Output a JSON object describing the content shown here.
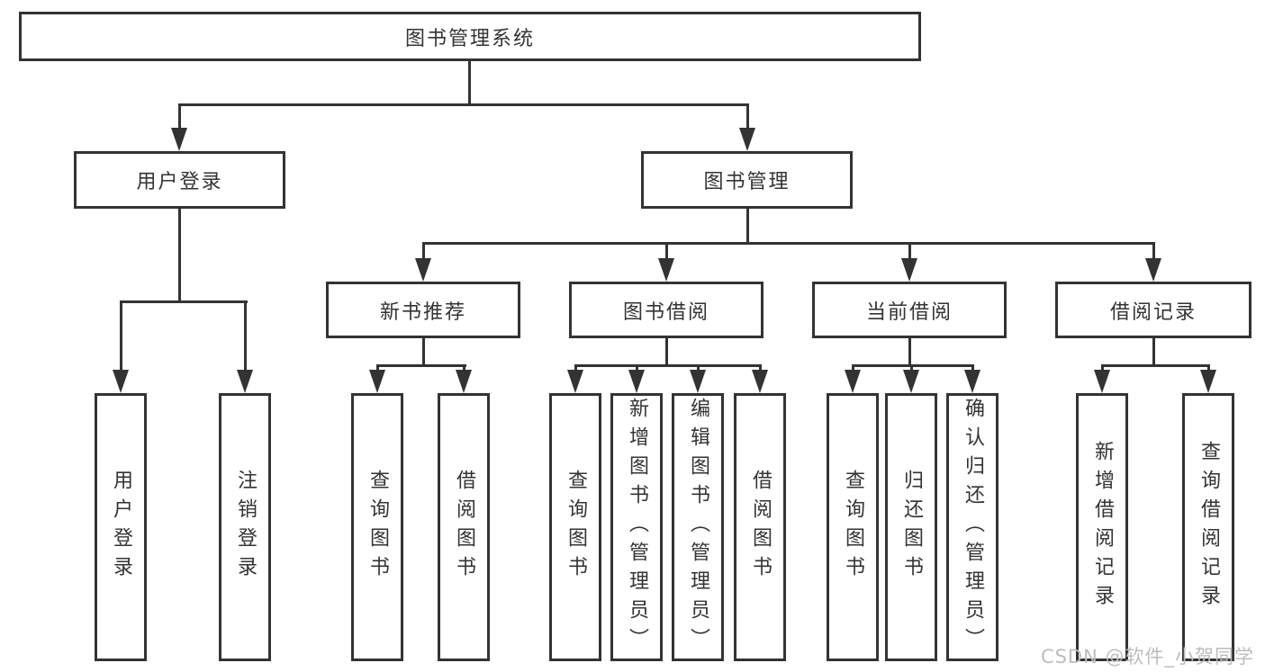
{
  "diagram": {
    "root": {
      "label": "图书管理系统"
    },
    "branches": [
      {
        "label": "用户登录",
        "leaves": [
          "用户登录",
          "注销登录"
        ]
      },
      {
        "label": "图书管理",
        "sections": [
          {
            "label": "新书推荐",
            "leaves": [
              "查询图书",
              "借阅图书"
            ]
          },
          {
            "label": "图书借阅",
            "leaves": [
              "查询图书",
              "新增图书（管理员）",
              "编辑图书（管理员）",
              "借阅图书"
            ]
          },
          {
            "label": "当前借阅",
            "leaves": [
              "查询图书",
              "归还图书",
              "确认归还（管理员）"
            ]
          },
          {
            "label": "借阅记录",
            "leaves": [
              "新增借阅记录",
              "查询借阅记录"
            ]
          }
        ]
      }
    ],
    "watermark": "CSDN @软件_小贺同学",
    "colors": {
      "line": "#333333",
      "text": "#333333",
      "watermark": "#bdbdbd",
      "background": "#ffffff"
    }
  }
}
